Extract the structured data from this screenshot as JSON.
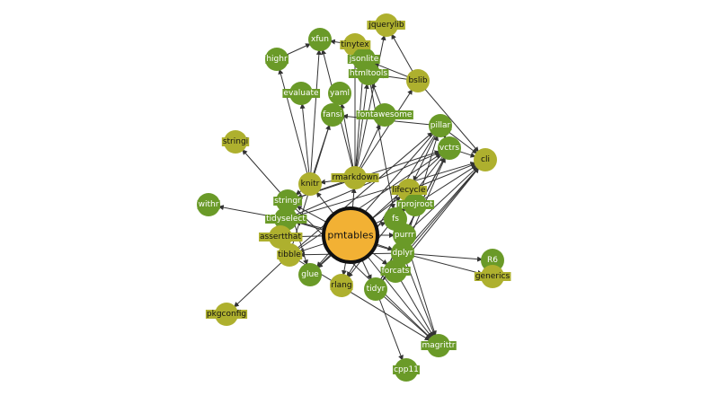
{
  "graph": {
    "center": "pmtables",
    "colors": {
      "center": "#f2b134",
      "dark": "#6a9a28",
      "mid": "#8aa52c",
      "light": "#aeb02e",
      "edge": "#333333",
      "ring": "#111111"
    },
    "nodes": [
      {
        "id": "pmtables",
        "tone": "center"
      },
      {
        "id": "jquerylib",
        "tone": "light"
      },
      {
        "id": "xfun",
        "tone": "dark"
      },
      {
        "id": "tinytex",
        "tone": "light"
      },
      {
        "id": "jsonlite",
        "tone": "dark"
      },
      {
        "id": "htmltools",
        "tone": "dark"
      },
      {
        "id": "highr",
        "tone": "dark"
      },
      {
        "id": "bslib",
        "tone": "light"
      },
      {
        "id": "evaluate",
        "tone": "dark"
      },
      {
        "id": "yaml",
        "tone": "dark"
      },
      {
        "id": "fansi",
        "tone": "dark"
      },
      {
        "id": "fontawesome",
        "tone": "dark"
      },
      {
        "id": "pillar",
        "tone": "dark"
      },
      {
        "id": "vctrs",
        "tone": "dark"
      },
      {
        "id": "cli",
        "tone": "light"
      },
      {
        "id": "stringi",
        "tone": "light"
      },
      {
        "id": "withr",
        "tone": "dark"
      },
      {
        "id": "knitr",
        "tone": "light"
      },
      {
        "id": "rmarkdown",
        "tone": "light"
      },
      {
        "id": "lifecycle",
        "tone": "light"
      },
      {
        "id": "rprojroot",
        "tone": "dark"
      },
      {
        "id": "stringr",
        "tone": "dark"
      },
      {
        "id": "fs",
        "tone": "dark"
      },
      {
        "id": "tidyselect",
        "tone": "dark"
      },
      {
        "id": "purrr",
        "tone": "dark"
      },
      {
        "id": "assertthat",
        "tone": "light"
      },
      {
        "id": "dplyr",
        "tone": "dark"
      },
      {
        "id": "tibble",
        "tone": "light"
      },
      {
        "id": "forcats",
        "tone": "dark"
      },
      {
        "id": "glue",
        "tone": "dark"
      },
      {
        "id": "rlang",
        "tone": "light"
      },
      {
        "id": "tidyr",
        "tone": "dark"
      },
      {
        "id": "R6",
        "tone": "dark"
      },
      {
        "id": "generics",
        "tone": "light"
      },
      {
        "id": "pkgconfig",
        "tone": "light"
      },
      {
        "id": "magrittr",
        "tone": "dark"
      },
      {
        "id": "cpp11",
        "tone": "dark"
      }
    ],
    "edges": [
      [
        "knitr",
        "xfun"
      ],
      [
        "knitr",
        "highr"
      ],
      [
        "knitr",
        "evaluate"
      ],
      [
        "knitr",
        "yaml"
      ],
      [
        "knitr",
        "stringr"
      ],
      [
        "highr",
        "xfun"
      ],
      [
        "tinytex",
        "xfun"
      ],
      [
        "rmarkdown",
        "bslib"
      ],
      [
        "rmarkdown",
        "jquerylib"
      ],
      [
        "rmarkdown",
        "htmltools"
      ],
      [
        "rmarkdown",
        "jsonlite"
      ],
      [
        "rmarkdown",
        "tinytex"
      ],
      [
        "rmarkdown",
        "knitr"
      ],
      [
        "rmarkdown",
        "fontawesome"
      ],
      [
        "rmarkdown",
        "xfun"
      ],
      [
        "rmarkdown",
        "yaml"
      ],
      [
        "rmarkdown",
        "stringr"
      ],
      [
        "bslib",
        "jquerylib"
      ],
      [
        "bslib",
        "htmltools"
      ],
      [
        "bslib",
        "jsonlite"
      ],
      [
        "fontawesome",
        "htmltools"
      ],
      [
        "pillar",
        "fansi"
      ],
      [
        "pillar",
        "vctrs"
      ],
      [
        "pillar",
        "cli"
      ],
      [
        "pillar",
        "glue"
      ],
      [
        "pillar",
        "rlang"
      ],
      [
        "pillar",
        "lifecycle"
      ],
      [
        "vctrs",
        "cli"
      ],
      [
        "vctrs",
        "glue"
      ],
      [
        "vctrs",
        "rlang"
      ],
      [
        "stringr",
        "stringi"
      ],
      [
        "stringr",
        "glue"
      ],
      [
        "stringr",
        "magrittr"
      ],
      [
        "stringr",
        "vctrs"
      ],
      [
        "tibble",
        "pillar"
      ],
      [
        "tibble",
        "vctrs"
      ],
      [
        "tibble",
        "pkgconfig"
      ],
      [
        "tibble",
        "fansi"
      ],
      [
        "tibble",
        "magrittr"
      ],
      [
        "dplyr",
        "R6"
      ],
      [
        "dplyr",
        "generics"
      ],
      [
        "dplyr",
        "tibble"
      ],
      [
        "dplyr",
        "tidyselect"
      ],
      [
        "dplyr",
        "magrittr"
      ],
      [
        "dplyr",
        "pillar"
      ],
      [
        "dplyr",
        "vctrs"
      ],
      [
        "dplyr",
        "cli"
      ],
      [
        "tidyr",
        "cpp11"
      ],
      [
        "tidyr",
        "purrr"
      ],
      [
        "tidyr",
        "dplyr"
      ],
      [
        "tidyr",
        "magrittr"
      ],
      [
        "tidyr",
        "vctrs"
      ],
      [
        "tidyr",
        "cli"
      ],
      [
        "purrr",
        "magrittr"
      ],
      [
        "purrr",
        "vctrs"
      ],
      [
        "purrr",
        "cli"
      ],
      [
        "forcats",
        "magrittr"
      ],
      [
        "forcats",
        "cli"
      ],
      [
        "tidyselect",
        "withr"
      ],
      [
        "tidyselect",
        "vctrs"
      ],
      [
        "tidyselect",
        "cli"
      ],
      [
        "htmltools",
        "fs"
      ],
      [
        "bslib",
        "cli"
      ],
      [
        "lifecycle",
        "cli"
      ],
      [
        "rprojroot",
        "cli"
      ],
      [
        "pmtables",
        "knitr"
      ],
      [
        "pmtables",
        "rmarkdown"
      ],
      [
        "pmtables",
        "lifecycle"
      ],
      [
        "pmtables",
        "rprojroot"
      ],
      [
        "pmtables",
        "stringr"
      ],
      [
        "pmtables",
        "fs"
      ],
      [
        "pmtables",
        "tidyselect"
      ],
      [
        "pmtables",
        "purrr"
      ],
      [
        "pmtables",
        "assertthat"
      ],
      [
        "pmtables",
        "dplyr"
      ],
      [
        "pmtables",
        "tibble"
      ],
      [
        "pmtables",
        "forcats"
      ],
      [
        "pmtables",
        "glue"
      ],
      [
        "pmtables",
        "rlang"
      ],
      [
        "pmtables",
        "tidyr"
      ],
      [
        "pmtables",
        "magrittr"
      ]
    ]
  }
}
